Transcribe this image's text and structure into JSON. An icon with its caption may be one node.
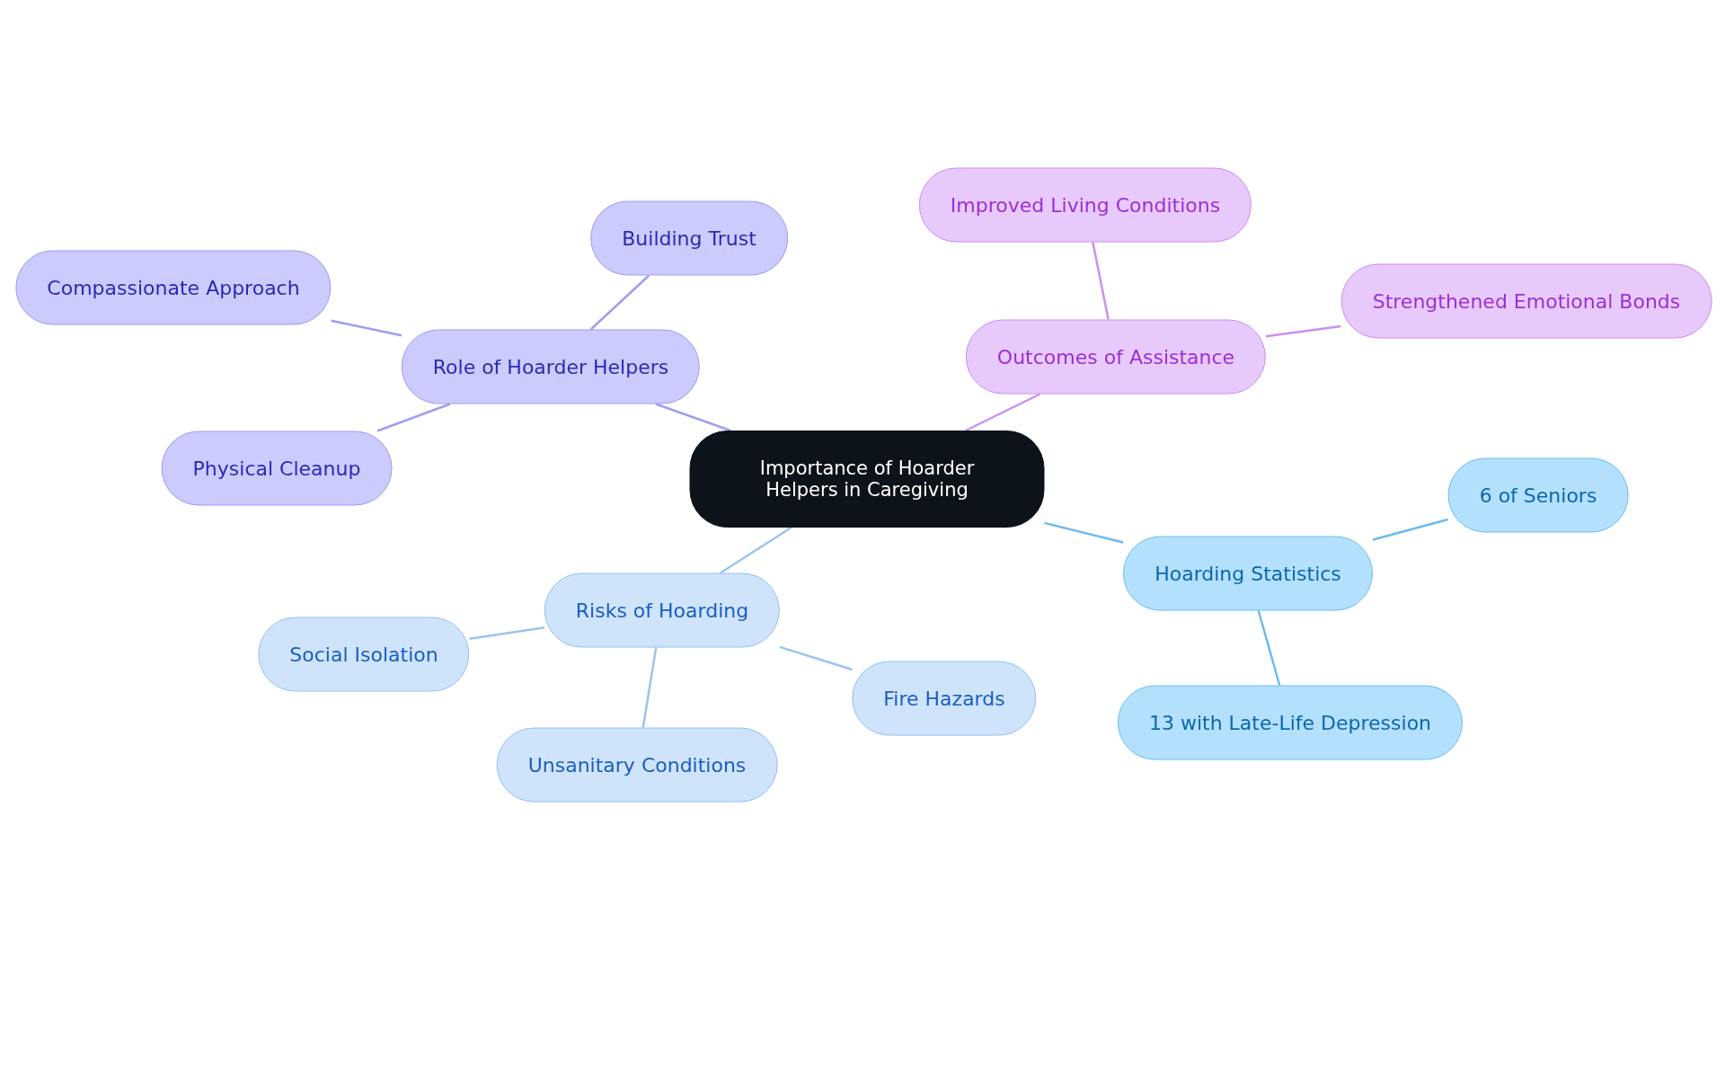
{
  "diagram": {
    "nodes": [
      {
        "text": [
          "Importance of Hoarder Helpers in Caregiving"
        ]
      },
      {
        "text": [
          "Role of Hoarder Helpers"
        ]
      },
      {
        "text": [
          "Building Trust"
        ]
      },
      {
        "text": [
          "Compassionate Approach"
        ]
      },
      {
        "text": [
          "Physical Cleanup"
        ]
      },
      {
        "text": [
          "Improved Living Conditions"
        ]
      },
      {
        "text": [
          "Outcomes of Assistance"
        ]
      },
      {
        "text": [
          "Strengthened Emotional Bonds"
        ]
      },
      {
        "text": [
          "6 of Seniors"
        ]
      },
      {
        "text": [
          "Hoarding Statistics"
        ]
      },
      {
        "text": [
          "13 with Late-Life Depression"
        ]
      },
      {
        "text": [
          "Risks of Hoarding"
        ]
      },
      {
        "text": [
          "Social Isolation"
        ]
      },
      {
        "text": [
          "Fire Hazards"
        ]
      },
      {
        "text": [
          "Unsanitary Conditions"
        ]
      }
    ],
    "edges": [
      {
        "from": 0,
        "to": 1,
        "arrow": "none",
        "color": "#9e9ef0"
      },
      {
        "from": 1,
        "to": 2,
        "arrow": "none",
        "color": "#9e9ef0"
      },
      {
        "from": 1,
        "to": 3,
        "arrow": "none",
        "color": "#9e9ef0"
      },
      {
        "from": 1,
        "to": 4,
        "arrow": "none",
        "color": "#9e9ef0"
      },
      {
        "from": 0,
        "to": 6,
        "arrow": "none",
        "color": "#cc8ff0"
      },
      {
        "from": 6,
        "to": 5,
        "arrow": "none",
        "color": "#cc8ff0"
      },
      {
        "from": 6,
        "to": 7,
        "arrow": "none",
        "color": "#cc8ff0"
      },
      {
        "from": 0,
        "to": 9,
        "arrow": "none",
        "color": "#6fb9ef"
      },
      {
        "from": 9,
        "to": 8,
        "arrow": "none",
        "color": "#6fb9ef"
      },
      {
        "from": 9,
        "to": 10,
        "arrow": "none",
        "color": "#6fb9ef"
      },
      {
        "from": 0,
        "to": 11,
        "arrow": "none",
        "color": "#9cc3ee"
      },
      {
        "from": 11,
        "to": 12,
        "arrow": "none",
        "color": "#9cc3ee"
      },
      {
        "from": 11,
        "to": 13,
        "arrow": "none",
        "color": "#9cc3ee"
      },
      {
        "from": 11,
        "to": 14,
        "arrow": "none",
        "color": "#9cc3ee"
      }
    ]
  }
}
